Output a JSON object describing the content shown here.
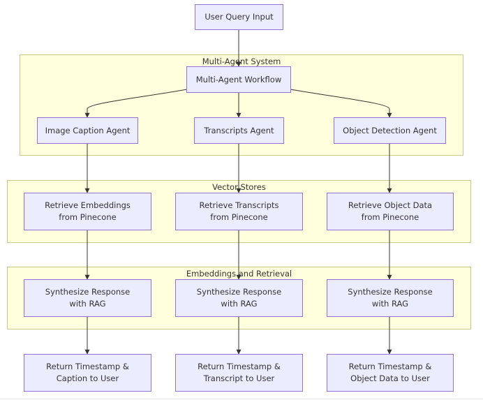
{
  "groups": {
    "multi_agent": {
      "label": "Multi-Agent System"
    },
    "vector_stores": {
      "label": "Vector Stores"
    },
    "embeddings": {
      "label": "Embeddings and Retrieval"
    }
  },
  "nodes": {
    "user_query": "User Query Input",
    "workflow": "Multi-Agent Workflow",
    "caption_agent": "Image Caption Agent",
    "transcripts_agent": "Transcripts Agent",
    "object_agent": "Object Detection Agent",
    "retrieve_embeddings": "Retrieve Embeddings from Pinecone",
    "retrieve_transcripts": "Retrieve Transcripts from Pinecone",
    "retrieve_objects": "Retrieve Object Data from Pinecone",
    "synth_1": "Synthesize Response with RAG",
    "synth_2": "Synthesize Response with RAG",
    "synth_3": "Synthesize Response with RAG",
    "return_caption": "Return Timestamp & Caption to User",
    "return_transcript": "Return Timestamp & Transcript to User",
    "return_object": "Return Timestamp & Object Data to User"
  },
  "colors": {
    "node_fill": "#ececff",
    "node_border": "#9370db",
    "group_fill": "#ffffde",
    "group_border": "#c9c98a",
    "edge": "#333333"
  }
}
